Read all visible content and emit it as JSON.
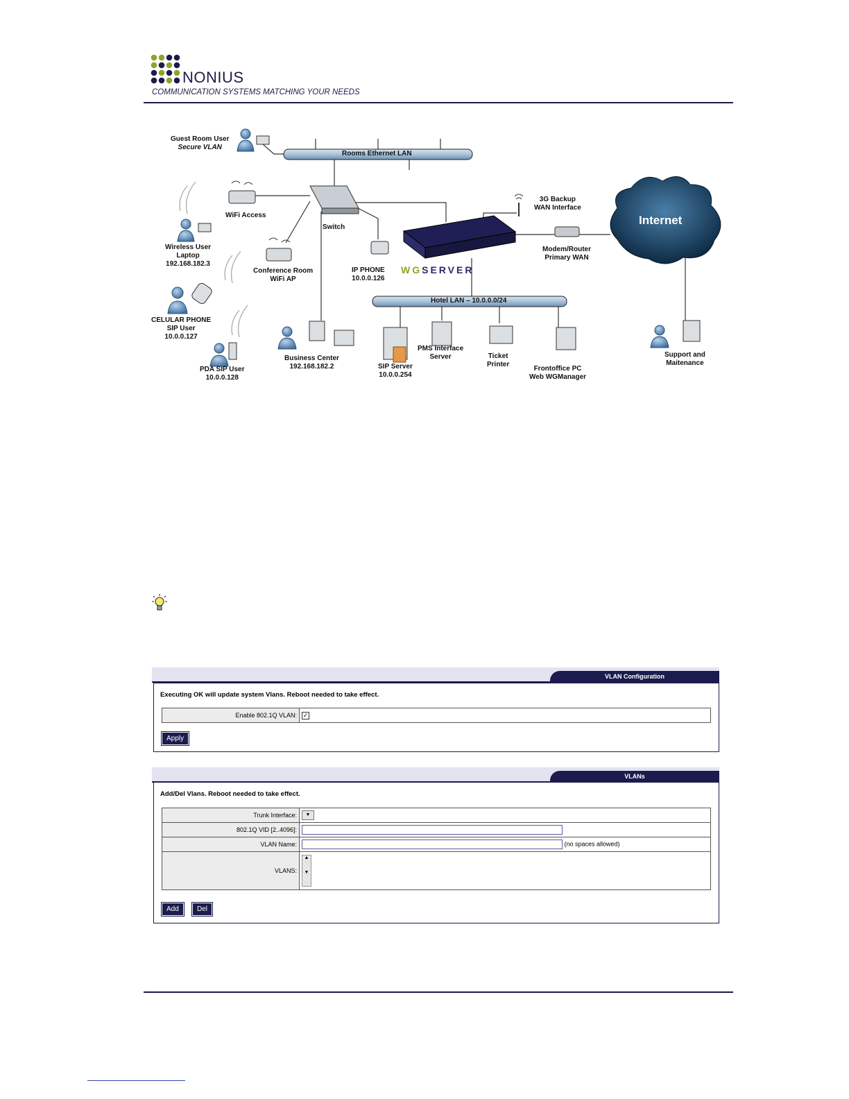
{
  "header": {
    "logo_text": "NONIUS",
    "tagline": "COMMUNICATION SYSTEMS MATCHING YOUR NEEDS"
  },
  "diagram": {
    "rooms_lan": "Rooms Ethernet LAN",
    "hotel_lan": "Hotel LAN – 10.0.0.0/24",
    "internet": "Internet",
    "brand_wg": "WG",
    "brand_server": "SERVER",
    "nodes": {
      "guest_line1": "Guest Room User",
      "guest_line2": "Secure VLAN",
      "wifi_access": "WiFi Access",
      "switch": "Switch",
      "wireless_user": "Wireless User\nLaptop\n192.168.182.3",
      "conference": "Conference Room\nWiFi AP",
      "ip_phone": "IP PHONE\n10.0.0.126",
      "backup_3g": "3G Backup\nWAN Interface",
      "modem": "Modem/Router\nPrimary WAN",
      "celular": "CELULAR PHONE\nSIP User\n10.0.0.127",
      "pda": "PDA SIP User\n10.0.0.128",
      "business": "Business Center\n192.168.182.2",
      "sip_server": "SIP Server\n10.0.0.254",
      "pms": "PMS Interface\nServer",
      "ticket": "Ticket\nPrinter",
      "frontoffice": "Frontoffice PC\nWeb WGManager",
      "support": "Support and\nMaitenance"
    }
  },
  "vlan_config": {
    "tab": "VLAN Configuration",
    "message": "Executing OK will update system Vlans. Reboot needed to take effect.",
    "enable_label": "Enable 802.1Q VLAN:",
    "enable_checked": "✓",
    "apply": "Apply"
  },
  "vlans": {
    "tab": "VLANs",
    "message": "Add/Del Vlans. Reboot needed to take effect.",
    "trunk_label": "Trunk Interface:",
    "vid_label": "802.1Q VID [2..4096]:",
    "name_label": "VLAN Name:",
    "name_hint": "(no spaces allowed)",
    "list_label": "VLANS:",
    "add": "Add",
    "del": "Del"
  },
  "colors": {
    "navy": "#1b1b4d",
    "logo_green": "#8aa52a",
    "pipe": "#a9c3da"
  }
}
